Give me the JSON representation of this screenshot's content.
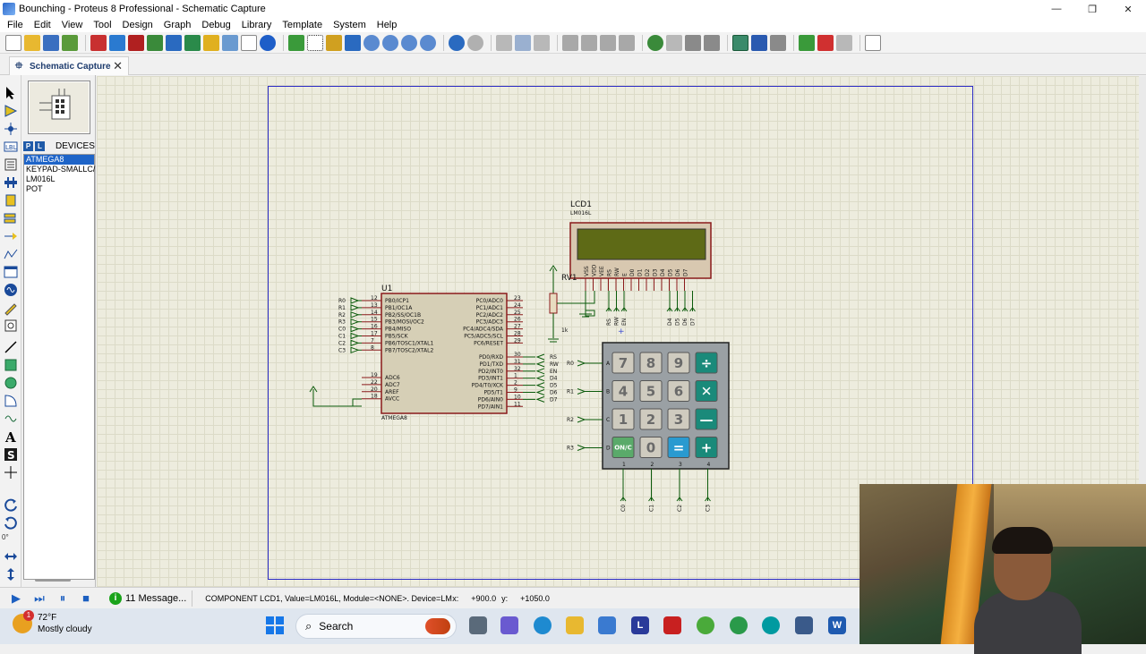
{
  "window": {
    "title": "Bounching - Proteus 8 Professional - Schematic Capture",
    "min": "—",
    "max": "❐",
    "close": "✕"
  },
  "menu": [
    "File",
    "Edit",
    "View",
    "Tool",
    "Design",
    "Graph",
    "Debug",
    "Library",
    "Template",
    "System",
    "Help"
  ],
  "tab": {
    "label": "Schematic Capture",
    "close": "✕"
  },
  "device_panel": {
    "p": "P",
    "l": "L",
    "title": "DEVICES",
    "items": [
      "ATMEGA8",
      "KEYPAD-SMALLC/",
      "LM016L",
      "POT"
    ],
    "selected": 0
  },
  "rotation": "0°",
  "schematic": {
    "lcd": {
      "ref": "LCD1",
      "part": "LM016L",
      "pins": [
        "VSS",
        "VDD",
        "VEE",
        "RS",
        "RW",
        "E",
        "D0",
        "D1",
        "D2",
        "D3",
        "D4",
        "D5",
        "D6",
        "D7"
      ],
      "net_left": [
        "RS",
        "RW",
        "EN"
      ],
      "net_right": [
        "D4",
        "D5",
        "D6",
        "D7"
      ]
    },
    "pot": {
      "ref": "RV1",
      "value": "1k"
    },
    "mcu": {
      "ref": "U1",
      "part": "ATMEGA8",
      "left_pins": [
        {
          "net": "R0",
          "num": "12",
          "name": "PB0/ICP1"
        },
        {
          "net": "R1",
          "num": "13",
          "name": "PB1/OC1A"
        },
        {
          "net": "R2",
          "num": "14",
          "name": "PB2/SS/OC1B"
        },
        {
          "net": "R3",
          "num": "15",
          "name": "PB3/MOSI/OC2"
        },
        {
          "net": "C0",
          "num": "16",
          "name": "PB4/MISO"
        },
        {
          "net": "C1",
          "num": "17",
          "name": "PB5/SCK"
        },
        {
          "net": "C2",
          "num": "7",
          "name": "PB6/TOSC1/XTAL1"
        },
        {
          "net": "C3",
          "num": "8",
          "name": "PB7/TOSC2/XTAL2"
        }
      ],
      "left_lower": [
        {
          "num": "19",
          "name": "ADC6"
        },
        {
          "num": "22",
          "name": "ADC7"
        },
        {
          "num": "20",
          "name": "AREF"
        },
        {
          "num": "18",
          "name": "AVCC"
        }
      ],
      "right_upper": [
        {
          "num": "23",
          "name": "PC0/ADC0"
        },
        {
          "num": "24",
          "name": "PC1/ADC1"
        },
        {
          "num": "25",
          "name": "PC2/ADC2"
        },
        {
          "num": "26",
          "name": "PC3/ADC3"
        },
        {
          "num": "27",
          "name": "PC4/ADC4/SDA"
        },
        {
          "num": "28",
          "name": "PC5/ADC5/SCL"
        },
        {
          "num": "29",
          "name": "PC6/RESET"
        }
      ],
      "right_lower": [
        {
          "num": "30",
          "name": "PD0/RXD",
          "net": "RS"
        },
        {
          "num": "31",
          "name": "PD1/TXD",
          "net": "RW"
        },
        {
          "num": "32",
          "name": "PD2/INT0",
          "net": "EN"
        },
        {
          "num": "1",
          "name": "PD3/INT1",
          "net": "D4"
        },
        {
          "num": "2",
          "name": "PD4/T0/XCK",
          "net": "D5"
        },
        {
          "num": "9",
          "name": "PD5/T1",
          "net": "D6"
        },
        {
          "num": "10",
          "name": "PD6/AIN0",
          "net": "D7"
        },
        {
          "num": "11",
          "name": "PD7/AIN1",
          "net": ""
        }
      ]
    },
    "keypad": {
      "rows": [
        "R0",
        "R1",
        "R2",
        "R3"
      ],
      "row_pins": [
        "A",
        "B",
        "C",
        "D"
      ],
      "cols": [
        "C0",
        "C1",
        "C2",
        "C3"
      ],
      "col_pins": [
        "1",
        "2",
        "3",
        "4"
      ],
      "keys": [
        [
          "7",
          "8",
          "9",
          "÷"
        ],
        [
          "4",
          "5",
          "6",
          "✕"
        ],
        [
          "1",
          "2",
          "3",
          "—"
        ],
        [
          "ON/C",
          "0",
          "=",
          "+"
        ]
      ]
    }
  },
  "status": {
    "messages": "11 Message...",
    "text": "COMPONENT LCD1, Value=LM016L, Module=<NONE>. Device=LM",
    "x_label": "x:",
    "x_value": "+900.0",
    "y_label": "y:",
    "y_value": "+1050.0"
  },
  "taskbar": {
    "temp": "72°F",
    "weather": "Mostly cloudy",
    "badge": "1",
    "search": "Search",
    "word_letter": "W",
    "l_letter": "L"
  }
}
